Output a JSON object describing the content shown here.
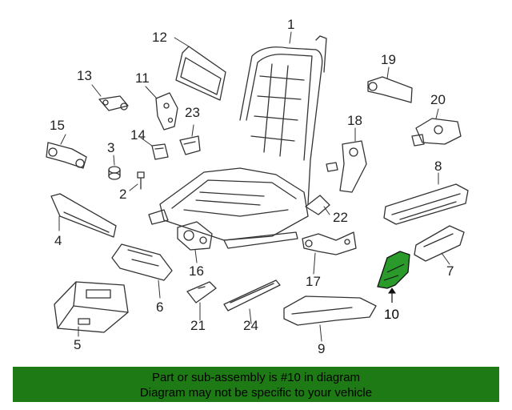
{
  "colors": {
    "banner_bg": "#1e7a14",
    "highlight": "#2a9a2a",
    "line": "#333333"
  },
  "highlighted_part": "10",
  "callouts": [
    "1",
    "2",
    "3",
    "4",
    "5",
    "6",
    "7",
    "8",
    "9",
    "10",
    "11",
    "12",
    "13",
    "14",
    "15",
    "16",
    "17",
    "18",
    "19",
    "20",
    "21",
    "22",
    "23",
    "24"
  ],
  "banner": {
    "line1": "Part or sub-assembly is #10 in diagram",
    "line2": "Diagram may not be specific to your vehicle"
  }
}
